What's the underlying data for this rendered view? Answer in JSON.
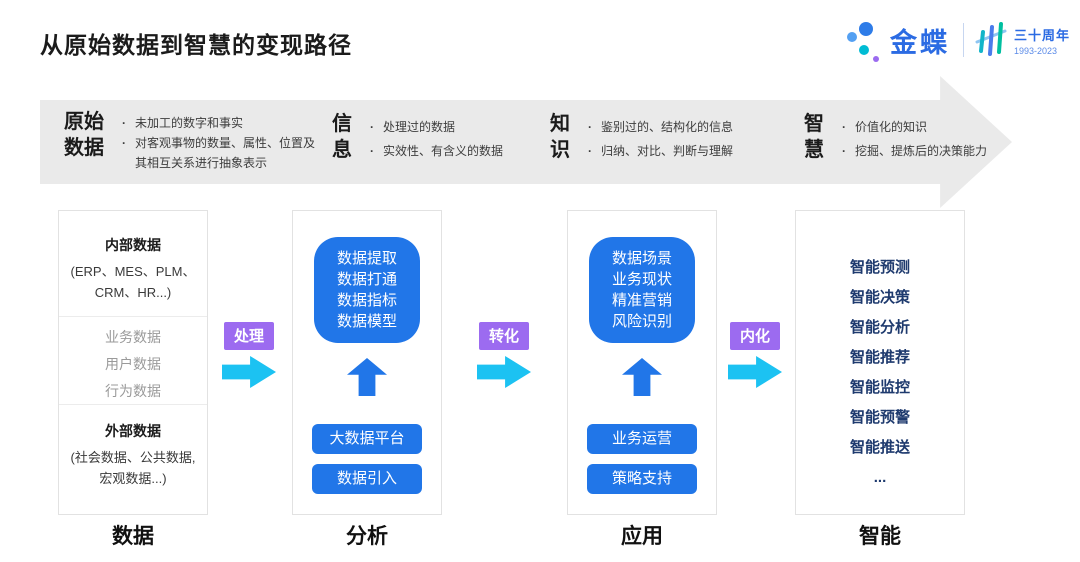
{
  "title": "从原始数据到智慧的变现路径",
  "logo": {
    "brand": "金蝶",
    "anniversary": "三十周年",
    "years": "1993-2023"
  },
  "banner": {
    "stages": [
      {
        "name_line1": "原始",
        "name_line2": "数据",
        "points": [
          "未加工的数字和事实",
          "对客观事物的数量、属性、位置及其相互关系进行抽象表示"
        ]
      },
      {
        "name_line1": "信",
        "name_line2": "息",
        "points": [
          "处理过的数据",
          "实效性、有含义的数据"
        ]
      },
      {
        "name_line1": "知",
        "name_line2": "识",
        "points": [
          "鉴别过的、结构化的信息",
          "归纳、对比、判断与理解"
        ]
      },
      {
        "name_line1": "智",
        "name_line2": "慧",
        "points": [
          "价值化的知识",
          "挖掘、提炼后的决策能力"
        ]
      }
    ]
  },
  "columns": {
    "data": {
      "label": "数据",
      "internal_title": "内部数据",
      "internal_detail": "(ERP、MES、PLM、CRM、HR...)",
      "middle_items": [
        "业务数据",
        "用户数据",
        "行为数据"
      ],
      "external_title": "外部数据",
      "external_detail": "(社会数据、公共数据, 宏观数据...)"
    },
    "analysis": {
      "label": "分析",
      "core_lines": [
        "数据提取",
        "数据打通",
        "数据指标",
        "数据模型"
      ],
      "buttons": [
        "大数据平台",
        "数据引入"
      ]
    },
    "application": {
      "label": "应用",
      "core_lines": [
        "数据场景",
        "业务现状",
        "精准营销",
        "风险识别"
      ],
      "buttons": [
        "业务运营",
        "策略支持"
      ]
    },
    "intelligence": {
      "label": "智能",
      "items": [
        "智能预测",
        "智能决策",
        "智能分析",
        "智能推荐",
        "智能监控",
        "智能预警",
        "智能推送",
        "..."
      ]
    }
  },
  "connectors": [
    {
      "label": "处理"
    },
    {
      "label": "转化"
    },
    {
      "label": "内化"
    }
  ],
  "colors": {
    "accent_blue": "#2176E8",
    "navy_text": "#1E3A6E",
    "purple_tag": "#9C6BF0",
    "cyan_arrow": "#1CC2F2",
    "banner_gray": "#EAEAEA",
    "brand_blue": "#2B6BE3"
  }
}
